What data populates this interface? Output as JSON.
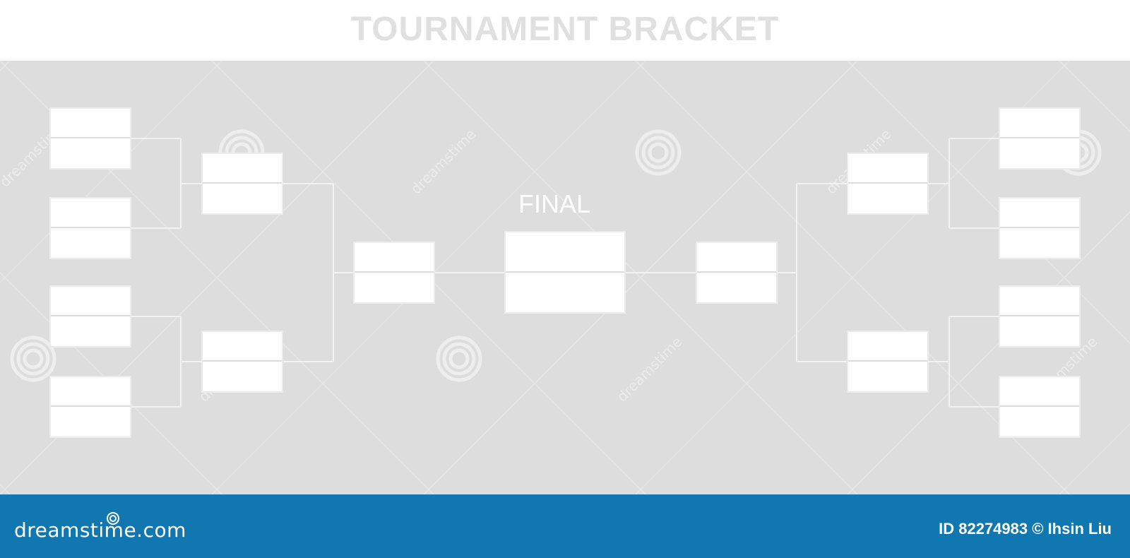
{
  "header": {
    "title": "TOURNAMENT BRACKET"
  },
  "bracket": {
    "final_label": "FINAL",
    "rounds": [
      {
        "name": "round-of-16-left",
        "matches": 4
      },
      {
        "name": "quarterfinal-left",
        "matches": 2
      },
      {
        "name": "semifinal-left",
        "matches": 1
      },
      {
        "name": "final",
        "matches": 1
      },
      {
        "name": "semifinal-right",
        "matches": 1
      },
      {
        "name": "quarterfinal-right",
        "matches": 2
      },
      {
        "name": "round-of-16-right",
        "matches": 4
      }
    ]
  },
  "watermark": {
    "text": "dreamstime"
  },
  "footer": {
    "brand": "dreamstime.com",
    "credit": "ID 82274983 © Ihsin Liu"
  },
  "colors": {
    "background": "#dddddd",
    "slot": "#ffffff",
    "connector": "#f2f2f2",
    "footer": "#1177b0",
    "title": "#e0e0e0"
  }
}
